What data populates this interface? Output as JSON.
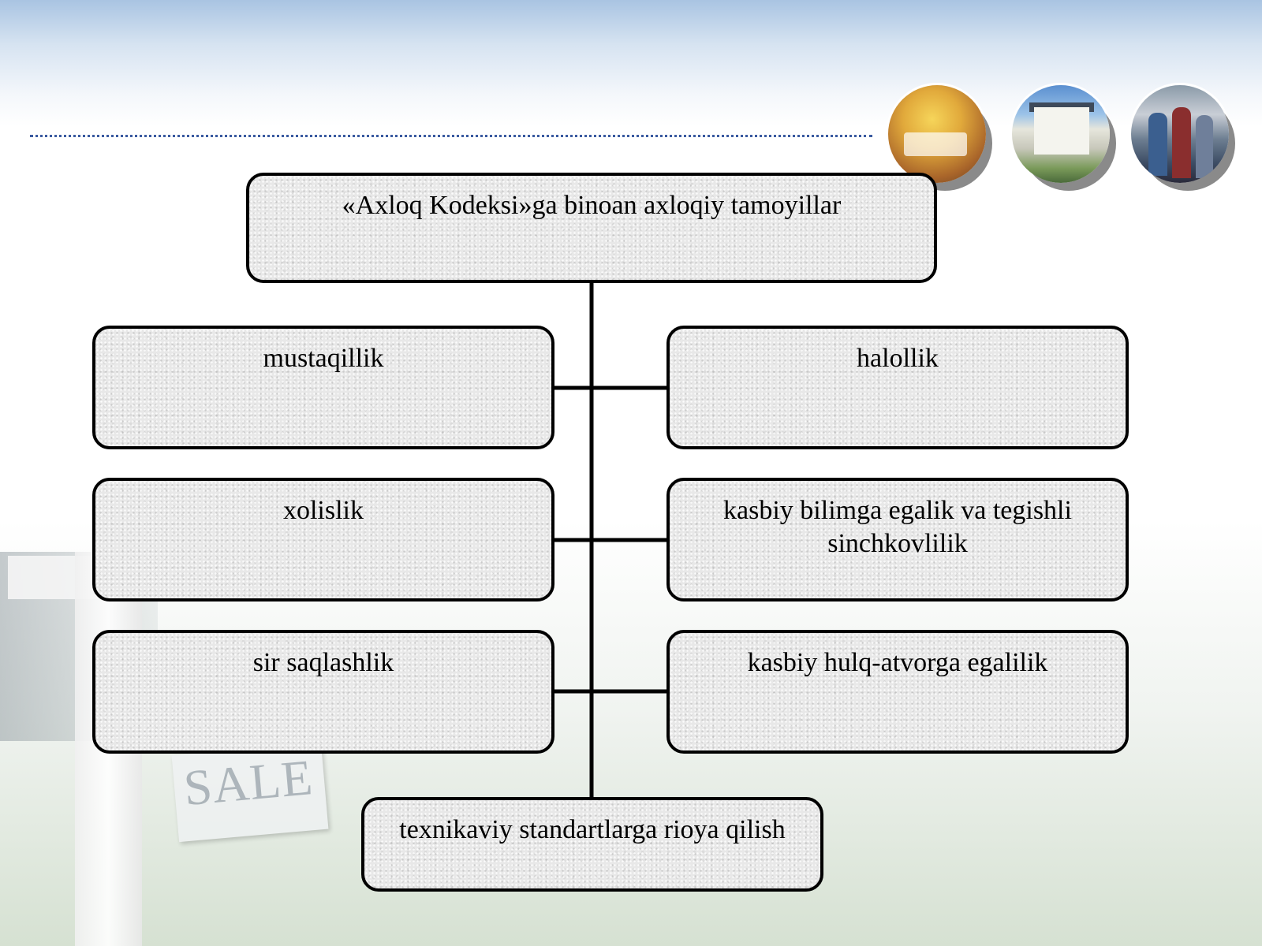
{
  "diagram": {
    "root": {
      "label": "«Axloq Kodeksi»ga binoan axloqiy tamoyillar"
    },
    "left_branches": [
      {
        "label": "mustaqillik"
      },
      {
        "label": "xolislik"
      },
      {
        "label": "sir saqlashlik"
      }
    ],
    "right_branches": [
      {
        "label": "halollik"
      },
      {
        "label": "kasbiy bilimga egalik va tegishli sinchkovlilik"
      },
      {
        "label": "kasbiy hulq-atvorga egalilik"
      }
    ],
    "bottom": {
      "label": "texnikaviy standartlarga rioya qilish"
    }
  },
  "decor": {
    "sign_text": "SALE",
    "photos": [
      "interior-photo",
      "house-photo",
      "family-photo"
    ],
    "accent_color": "#3a5aa0",
    "box_border_color": "#000000"
  }
}
